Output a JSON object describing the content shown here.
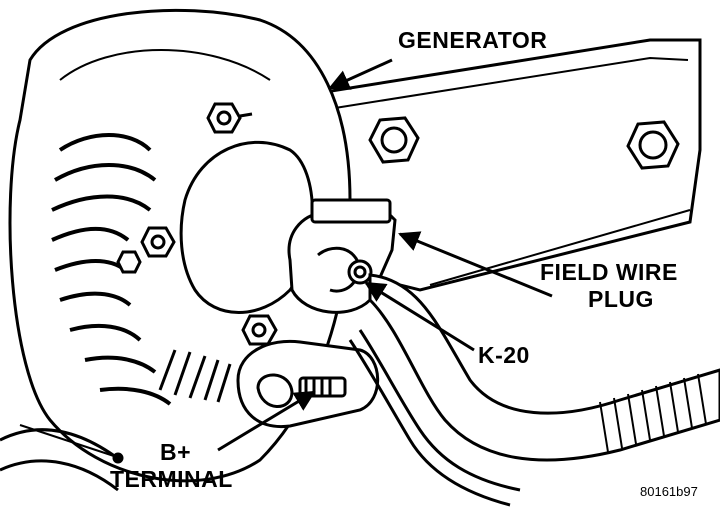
{
  "labels": {
    "generator": "GENERATOR",
    "field_wire_plug_line1": "FIELD WIRE",
    "field_wire_plug_line2": "PLUG",
    "k20": "K-20",
    "b_plus_line1": "B+",
    "b_plus_line2": "TERMINAL"
  },
  "figure_id": "80161b97",
  "colors": {
    "ink": "#000000",
    "paper": "#ffffff"
  }
}
